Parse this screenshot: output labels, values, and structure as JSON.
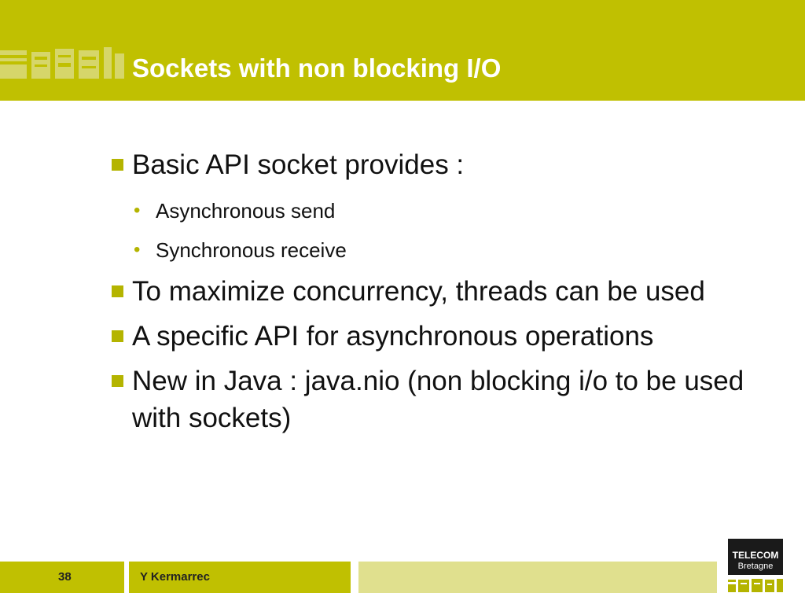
{
  "slide": {
    "title": "Sockets with non blocking I/O",
    "bullets": [
      {
        "text": "Basic API socket provides :",
        "sub": [
          "Asynchronous send",
          "Synchronous receive"
        ]
      },
      {
        "text": "To maximize concurrency, threads can be used",
        "sub": []
      },
      {
        "text": "A specific API for asynchronous operations",
        "sub": []
      },
      {
        "text": "New in Java : java.nio (non blocking i/o to be used with sockets)",
        "sub": []
      }
    ]
  },
  "footer": {
    "page_number": "38",
    "author": "Y Kermarrec"
  },
  "logo": {
    "line1": "TELECOM",
    "line2": "Bretagne"
  },
  "colors": {
    "accent": "#c0c001",
    "accent_light": "#e0e08e",
    "bullet": "#b4b400"
  }
}
